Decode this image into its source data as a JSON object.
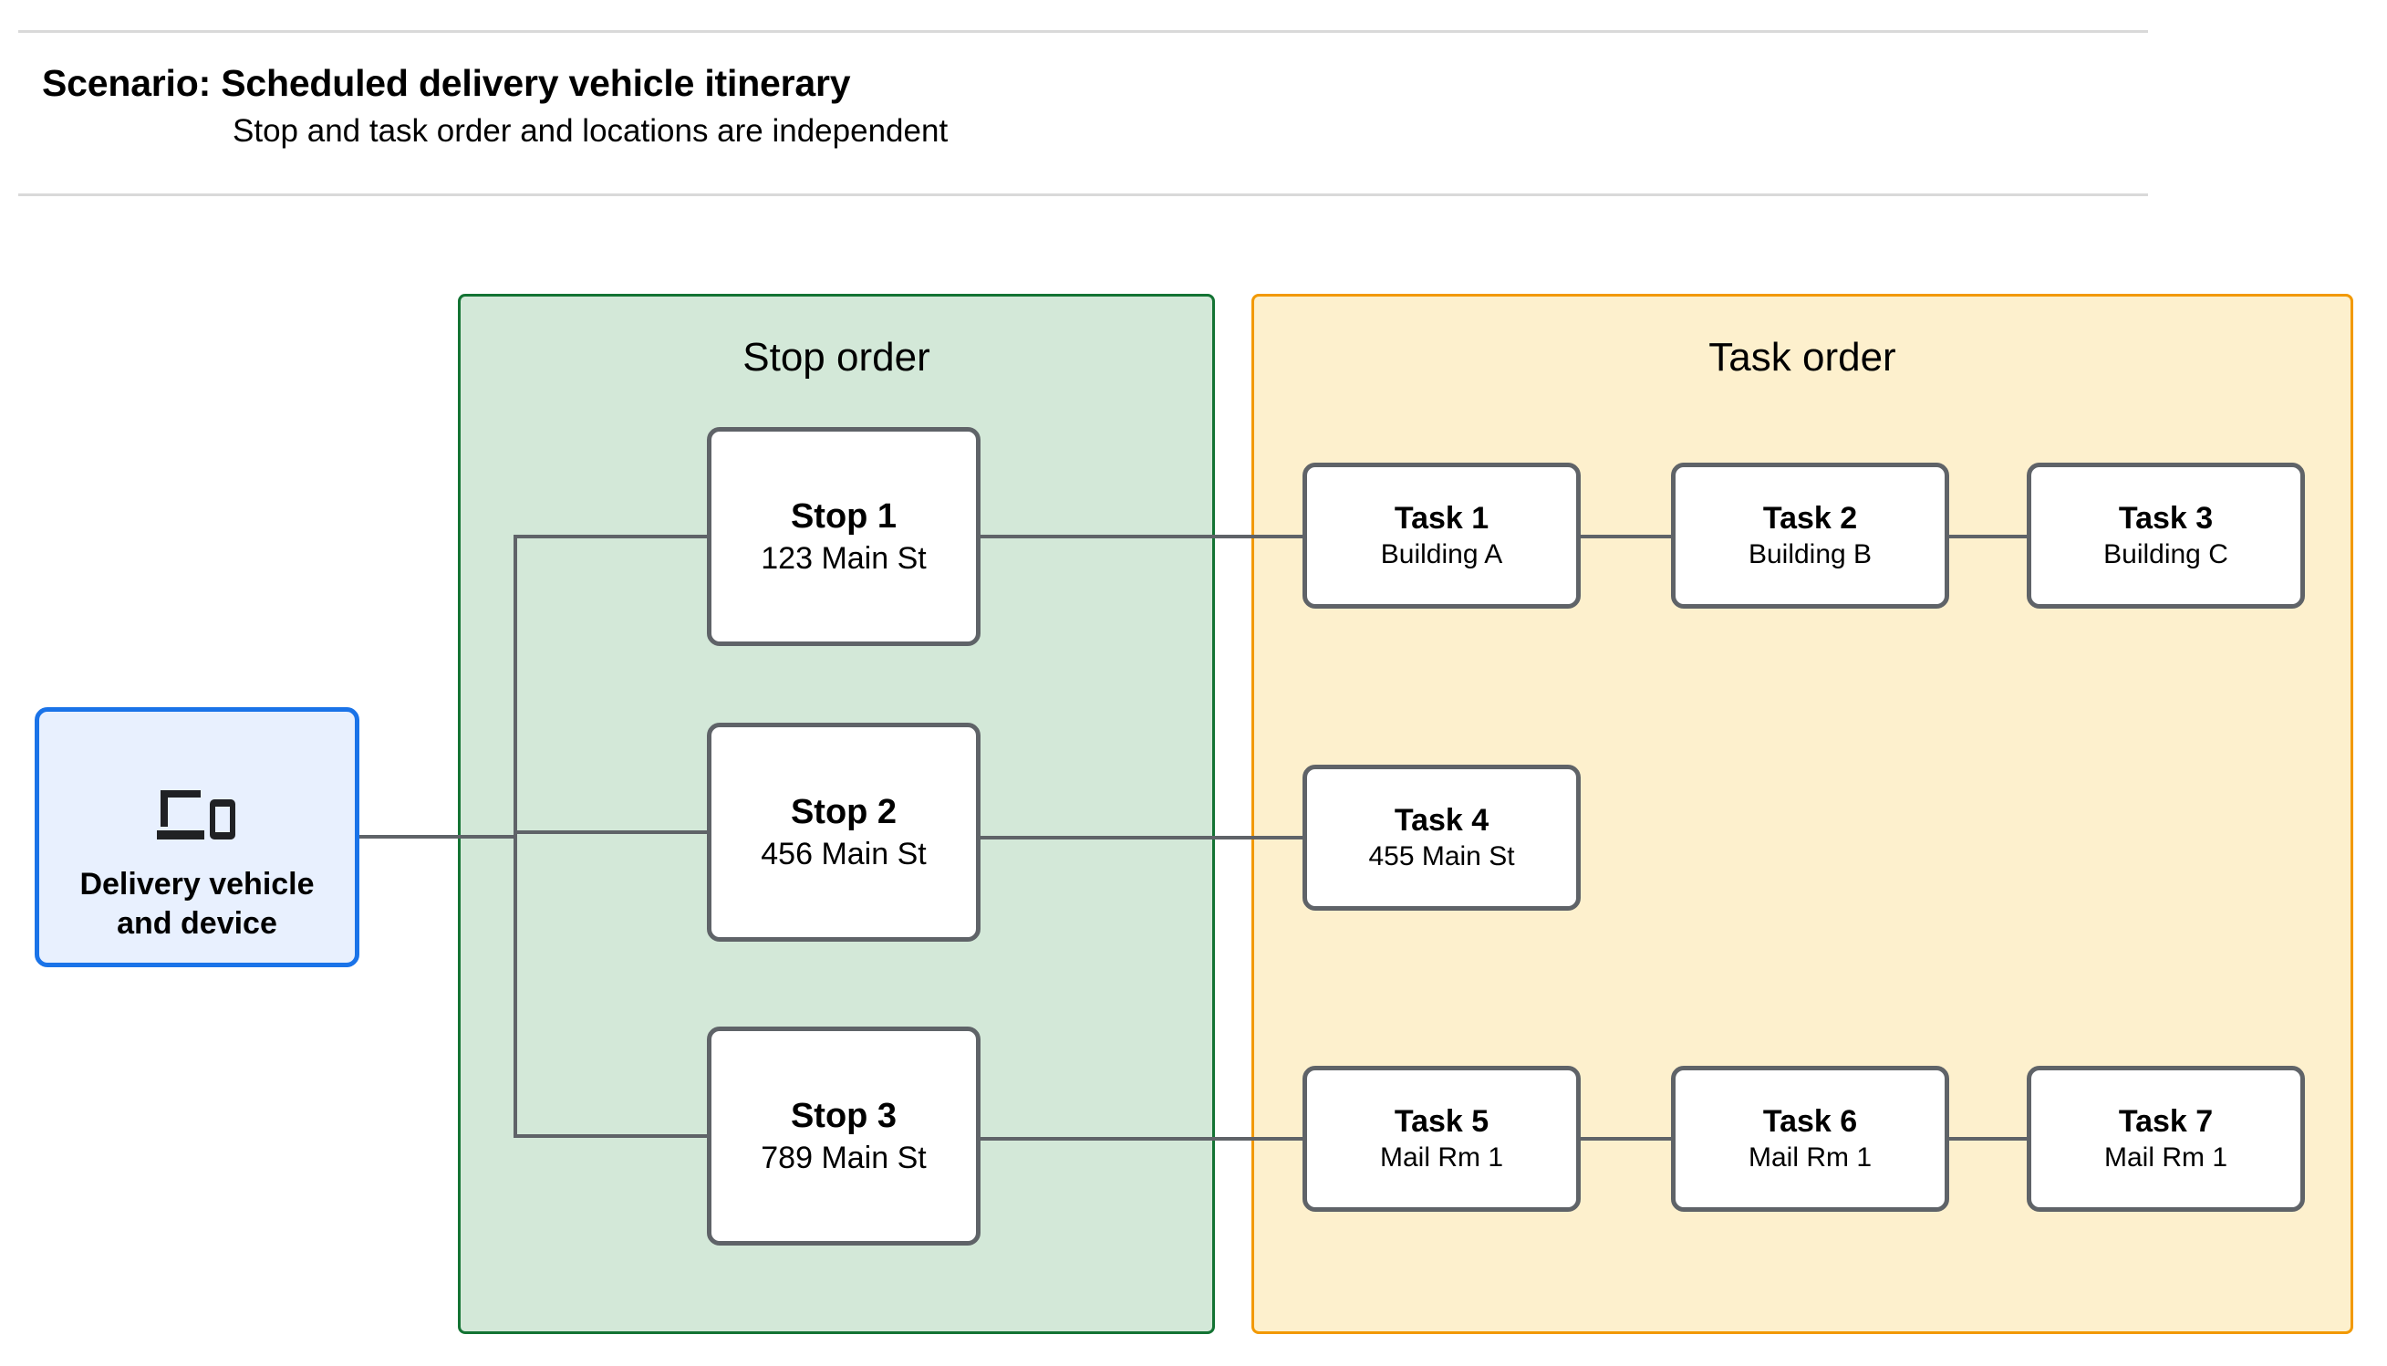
{
  "header": {
    "title": "Scenario: Scheduled delivery vehicle itinerary",
    "subtitle": "Stop and task order and locations are independent"
  },
  "device": {
    "icon": "devices-icon",
    "label_line_1": "Delivery vehicle",
    "label_line_2": "and device",
    "border_color": "#1a73e8",
    "fill_color": "#e8f0fe"
  },
  "panels": {
    "stops": {
      "title": "Stop order",
      "fill_color": "#d3e8d8",
      "border_color": "#137333"
    },
    "tasks": {
      "title": "Task order",
      "fill_color": "#fdf0cd",
      "border_color": "#f29900"
    }
  },
  "stops": [
    {
      "name": "Stop 1",
      "location": "123 Main St"
    },
    {
      "name": "Stop 2",
      "location": "456 Main St"
    },
    {
      "name": "Stop 3",
      "location": "789 Main St"
    }
  ],
  "task_rows": [
    [
      {
        "name": "Task 1",
        "location": "Building A"
      },
      {
        "name": "Task 2",
        "location": "Building B"
      },
      {
        "name": "Task 3",
        "location": "Building C"
      }
    ],
    [
      {
        "name": "Task 4",
        "location": "455 Main St"
      }
    ],
    [
      {
        "name": "Task 5",
        "location": "Mail Rm 1"
      },
      {
        "name": "Task 6",
        "location": "Mail Rm 1"
      },
      {
        "name": "Task 7",
        "location": "Mail Rm 1"
      }
    ]
  ],
  "connector_color": "#5f6368",
  "node_style": {
    "fill_color": "#ffffff",
    "border_color": "#5f6368"
  }
}
